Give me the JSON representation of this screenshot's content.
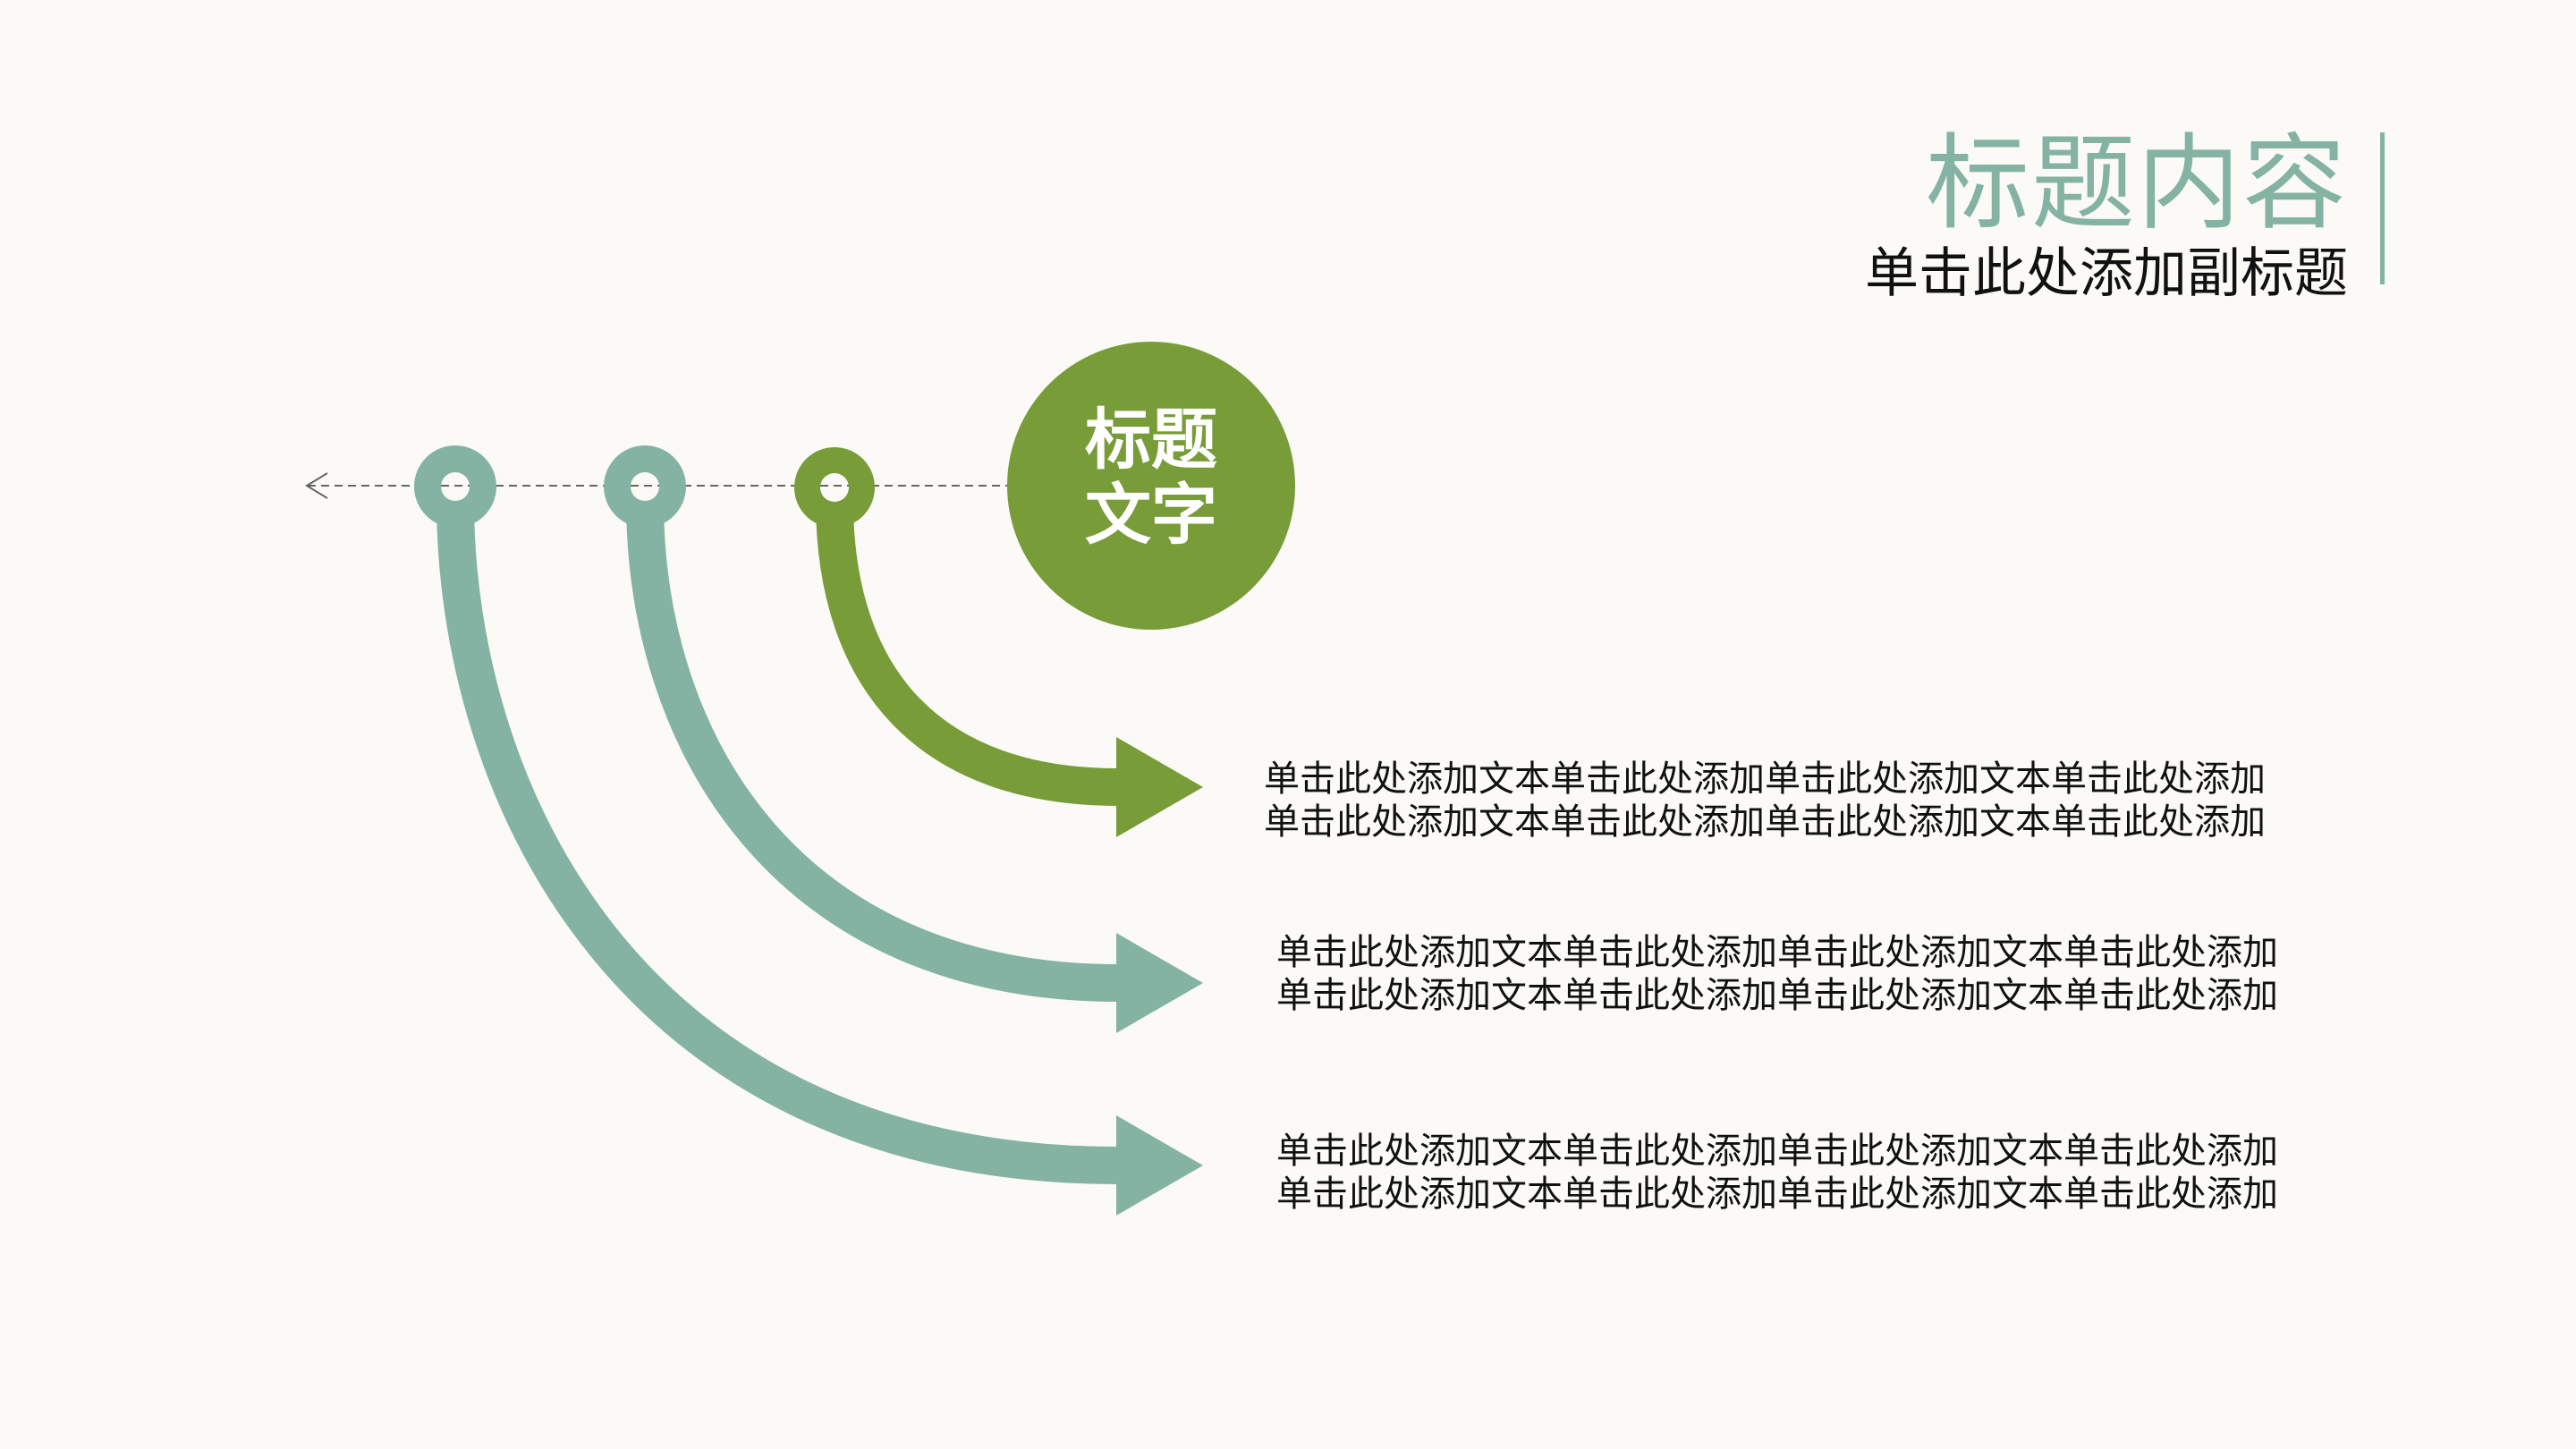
{
  "header": {
    "title": "标题内容",
    "subtitle": "单击此处添加副标题"
  },
  "hub": {
    "line1": "标题",
    "line2": "文字"
  },
  "items": [
    {
      "lines": [
        "单击此处添加文本单击此处添加单击此处添加文本单击此处添加",
        "单击此处添加文本单击此处添加单击此处添加文本单击此处添加"
      ],
      "color": "#779C38"
    },
    {
      "lines": [
        "单击此处添加文本单击此处添加单击此处添加文本单击此处添加",
        "单击此处添加文本单击此处添加单击此处添加文本单击此处添加"
      ],
      "color": "#84B3A4"
    },
    {
      "lines": [
        "单击此处添加文本单击此处添加单击此处添加文本单击此处添加",
        "单击此处添加文本单击此处添加单击此处添加文本单击此处添加"
      ],
      "color": "#84B3A4"
    }
  ],
  "colors": {
    "background": "#FBFAF7",
    "teal": "#84B3A4",
    "olive": "#779C38",
    "text": "#111111",
    "dashed_line": "#666666"
  },
  "icons": {
    "timeline_arrow": "arrow-left-icon",
    "connector_ring": "ring-node-icon",
    "curved_arrow": "curved-arrow-right-icon"
  }
}
